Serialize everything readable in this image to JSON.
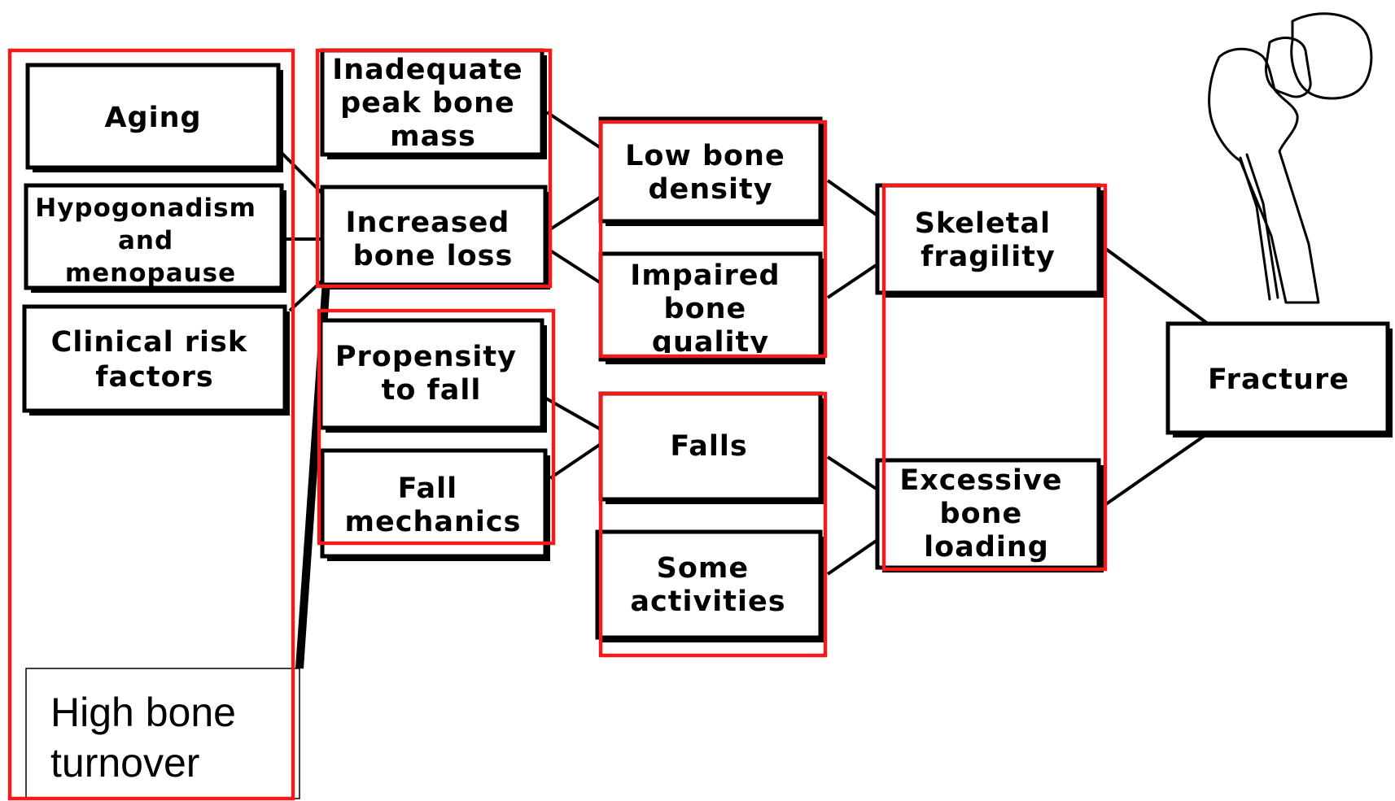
{
  "nodes": {
    "aging": [
      "Aging"
    ],
    "hypogonadism": [
      "Hypogonadism",
      "and",
      "menopause"
    ],
    "clinical_risk": [
      "Clinical risk",
      "factors"
    ],
    "inadequate_peak": [
      "Inadequate",
      "peak bone",
      "mass"
    ],
    "increased_loss": [
      "Increased",
      "bone loss"
    ],
    "propensity_fall": [
      "Propensity",
      "to fall"
    ],
    "fall_mechanics": [
      "Fall",
      "mechanics"
    ],
    "low_density": [
      "Low bone",
      "density"
    ],
    "impaired_quality": [
      "Impaired",
      "bone",
      "quality"
    ],
    "falls": [
      "Falls"
    ],
    "some_activities": [
      "Some",
      "activities"
    ],
    "skeletal_fragility": [
      "Skeletal",
      "fragility"
    ],
    "excessive_loading": [
      "Excessive",
      "bone",
      "loading"
    ],
    "fracture": [
      "Fracture"
    ]
  },
  "annotation": {
    "high_bone_turnover": [
      "High bone",
      "turnover"
    ]
  },
  "colors": {
    "highlight": "#ee1c1c",
    "box_stroke": "#000000",
    "background": "#ffffff"
  },
  "icons": {
    "femur": "femur-bone-icon"
  }
}
